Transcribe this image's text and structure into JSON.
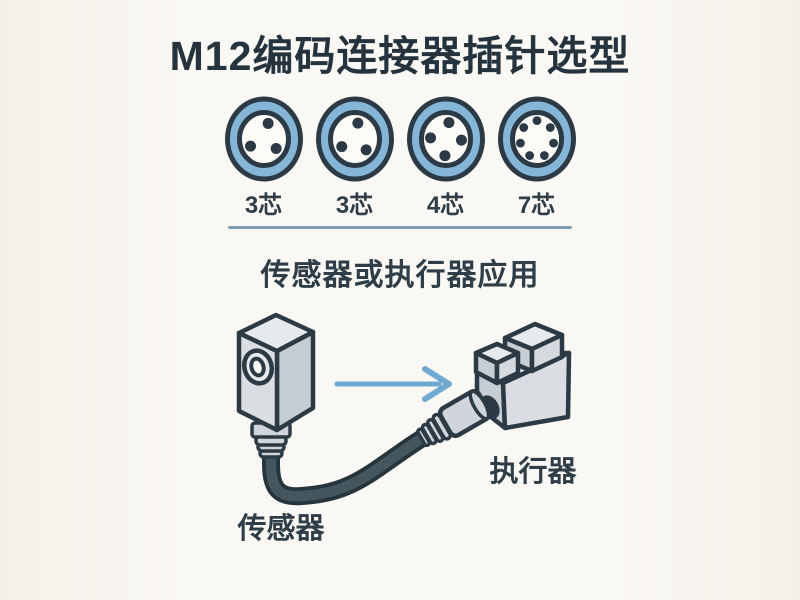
{
  "title": "M12编码连接器插针选型",
  "section_heading": "传感器或执行器应用",
  "connectors": [
    {
      "label": "3芯",
      "pins": 3,
      "pin_angles": [
        -74,
        36,
        154
      ],
      "ring_r": 15,
      "pin_r": 5.5
    },
    {
      "label": "3芯",
      "pins": 3,
      "pin_angles": [
        -79,
        42,
        152
      ],
      "ring_r": 15,
      "pin_r": 5.5
    },
    {
      "label": "4芯",
      "pins": 4,
      "pin_angles": [
        -79,
        4,
        94,
        184
      ],
      "ring_r": 15.5,
      "pin_r": 5.5
    },
    {
      "label": "7芯",
      "pins": 7,
      "pin_angles": [
        -90,
        -38.6,
        12.9,
        64.3,
        115.7,
        167.1,
        218.6
      ],
      "ring_r": 17,
      "pin_r": 4.4
    }
  ],
  "labels": {
    "sensor": "传感器",
    "actuator": "执行器"
  },
  "colors": {
    "bg-edge": "#f4f0e9",
    "bg-mid": "#faf8f4",
    "ink": "#24333d",
    "ink2": "#2e3d47",
    "conn-ring": "#85b6d8",
    "outline": "#2b3a44",
    "conn-face": "#fcfbf8",
    "pin": "#2b3a44",
    "divider": "#819fb0",
    "arrow": "#6fa9d2",
    "face-top": "#e7eaec",
    "face-light": "#dadee2",
    "face-mid": "#d5dade",
    "face-dark": "#c6cdd3",
    "metal": "#cfd5da",
    "cable": "#46565f",
    "cable-edge": "#26343c"
  }
}
